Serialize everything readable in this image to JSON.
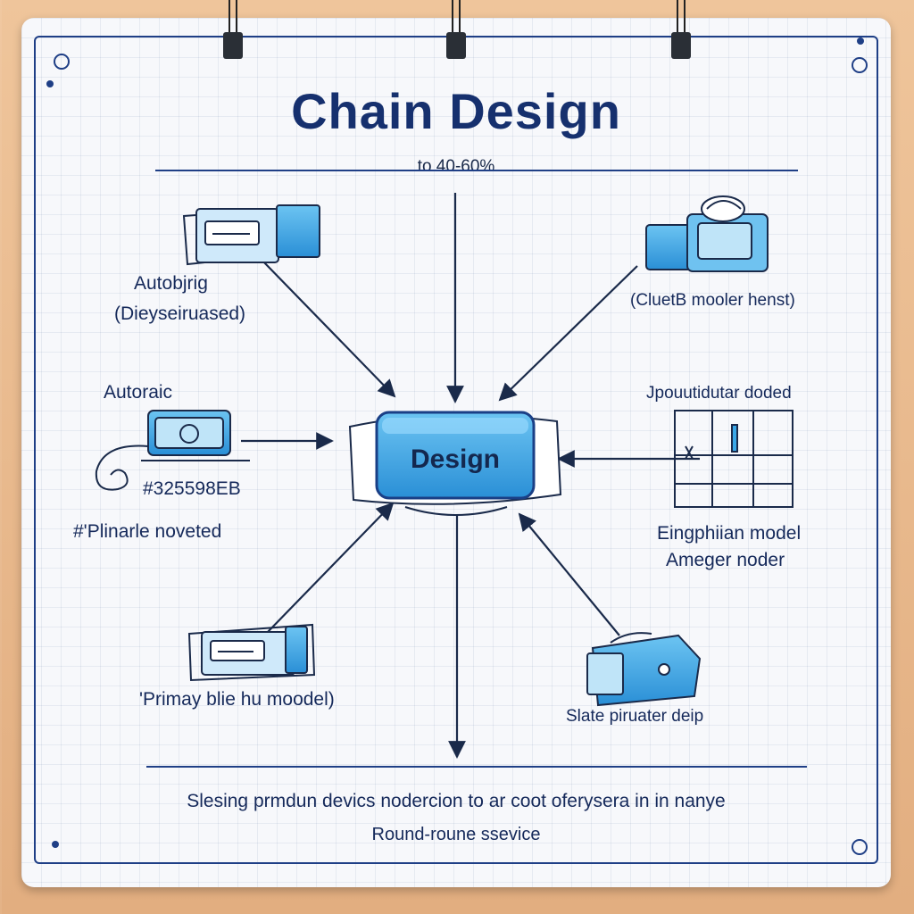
{
  "title": "Chain Design",
  "subtitle": "to 40-60%",
  "center_node": {
    "label": "Design",
    "color": "#3aa8e8"
  },
  "labels": {
    "top_left_1": "Autobjrig",
    "top_left_2": "(Dieyseiruased)",
    "mid_left_1": "Autoraic",
    "mid_left_2": "#325598EB",
    "mid_left_3": "#'Plinarle noveted",
    "bottom_left": "'Primay blie hu moodel)",
    "top_right": "(CluetB mooler henst)",
    "mid_right_top": "Jpouutidutar doded",
    "mid_right_1": "Eingphiian model",
    "mid_right_2": "Ameger noder",
    "bottom_right": "Slate piruater deip"
  },
  "footer": {
    "line_1": "Slesing prmdun devics nodercion to ar coot oferysera in in nanye",
    "line_2": "Round-roune ssevice"
  },
  "colors": {
    "ink": "#1f3f86",
    "device_blue": "#3aa8e8",
    "board": "#f7f8fb"
  }
}
